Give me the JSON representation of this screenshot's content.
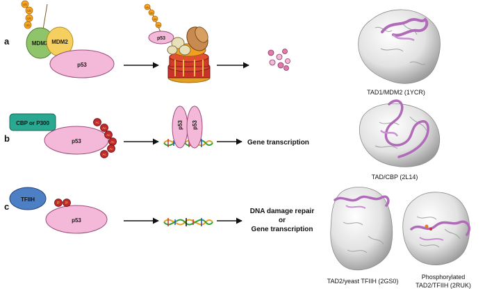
{
  "panels": {
    "a": {
      "letter": "a",
      "mdmx": "MDMX",
      "mdm2": "MDM2",
      "p53_main": "p53",
      "p53_small": "p53",
      "ub": "Ub",
      "structure_caption": "TAD1/MDM2 (1YCR)"
    },
    "b": {
      "letter": "b",
      "cbp": "CBP or P300",
      "p53_main": "p53",
      "ac": "Ac",
      "p53_dimer_1": "p53",
      "p53_dimer_2": "p53",
      "outcome": "Gene transcription",
      "structure_caption": "TAD/CBP (2L14)"
    },
    "c": {
      "letter": "c",
      "tfiih": "TFIIH",
      "p53_main": "p53",
      "p": "P",
      "outcome_line1": "DNA damage repair",
      "outcome_line2": "or",
      "outcome_line3": "Gene transcription",
      "structure_caption_1": "TAD2/yeast TFIIH (2GS0)",
      "structure_caption_2_line1": "Phosphorylated",
      "structure_caption_2_line2": "TAD2/TFIIH (2RUK)"
    }
  },
  "colors": {
    "p53_fill": "#f4b8d8",
    "mdmx_fill": "#8fc46a",
    "mdm2_fill": "#f5d060",
    "cbp_fill": "#2aa892",
    "tfiih_fill": "#4d7fc4",
    "ub_fill": "#f5a623",
    "ac_fill": "#c0282d",
    "ribbon": "#b06ab8",
    "surface": "#e6e6e6"
  }
}
